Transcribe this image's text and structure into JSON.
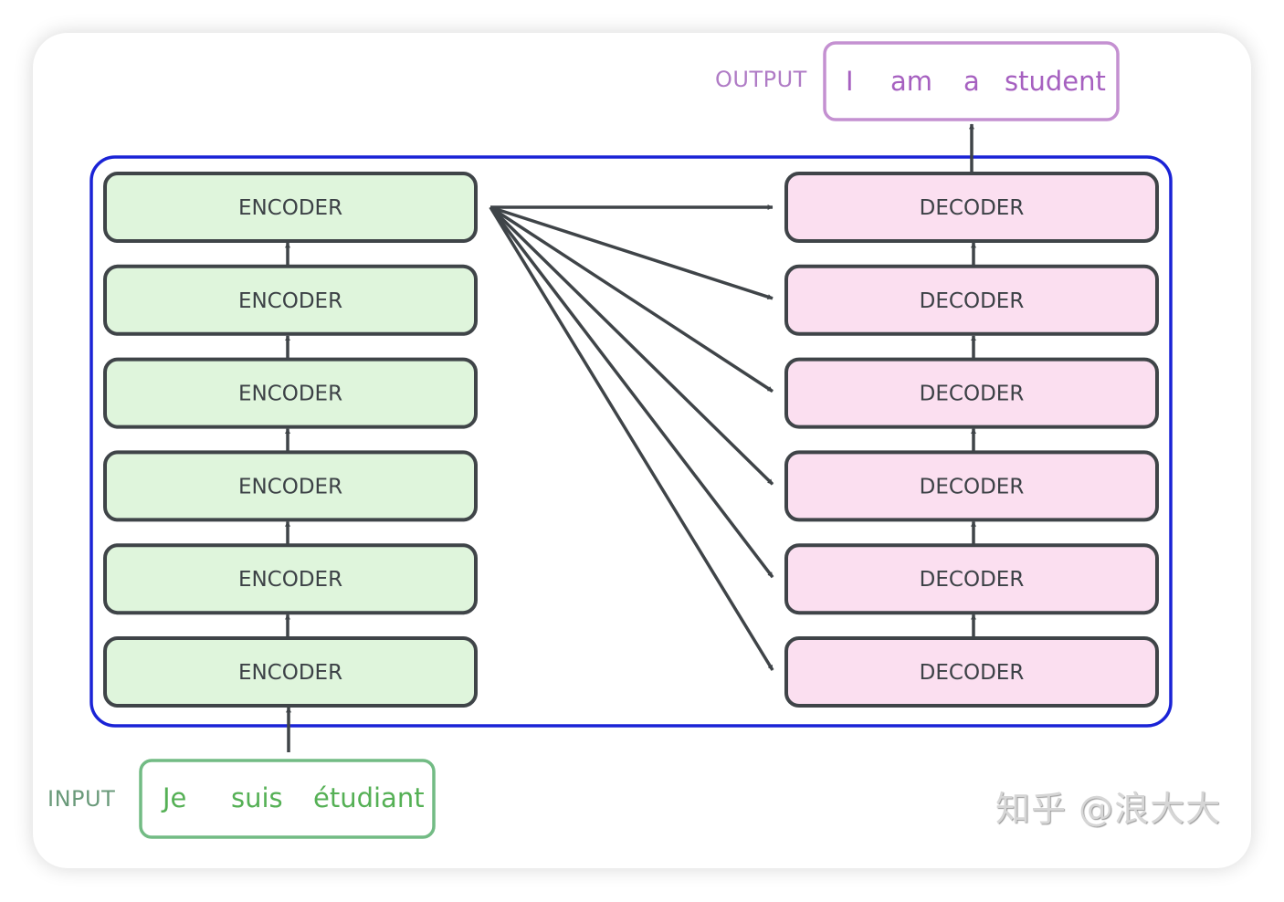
{
  "diagram": {
    "title": "Encoder-Decoder stack",
    "output": {
      "label": "OUTPUT",
      "tokens": [
        "I",
        "am",
        "a",
        "student"
      ],
      "color": "#a660c0",
      "label_color": "#b07cc6",
      "border_color": "#c490d1"
    },
    "input": {
      "label": "INPUT",
      "tokens": [
        "Je",
        "suis",
        "étudiant"
      ],
      "color": "#55b055",
      "label_color": "#6a9a7a",
      "border_color": "#72bb84"
    },
    "encoders": [
      {
        "label": "ENCODER"
      },
      {
        "label": "ENCODER"
      },
      {
        "label": "ENCODER"
      },
      {
        "label": "ENCODER"
      },
      {
        "label": "ENCODER"
      },
      {
        "label": "ENCODER"
      }
    ],
    "decoders": [
      {
        "label": "DECODER"
      },
      {
        "label": "DECODER"
      },
      {
        "label": "DECODER"
      },
      {
        "label": "DECODER"
      },
      {
        "label": "DECODER"
      },
      {
        "label": "DECODER"
      }
    ],
    "colors": {
      "encoder_fill": "#dff5dc",
      "decoder_fill": "#fbdff0",
      "block_border": "#3f4448",
      "container_border": "#1a23d6",
      "arrow": "#3f4448"
    }
  },
  "watermark": "知乎 @浪大大"
}
